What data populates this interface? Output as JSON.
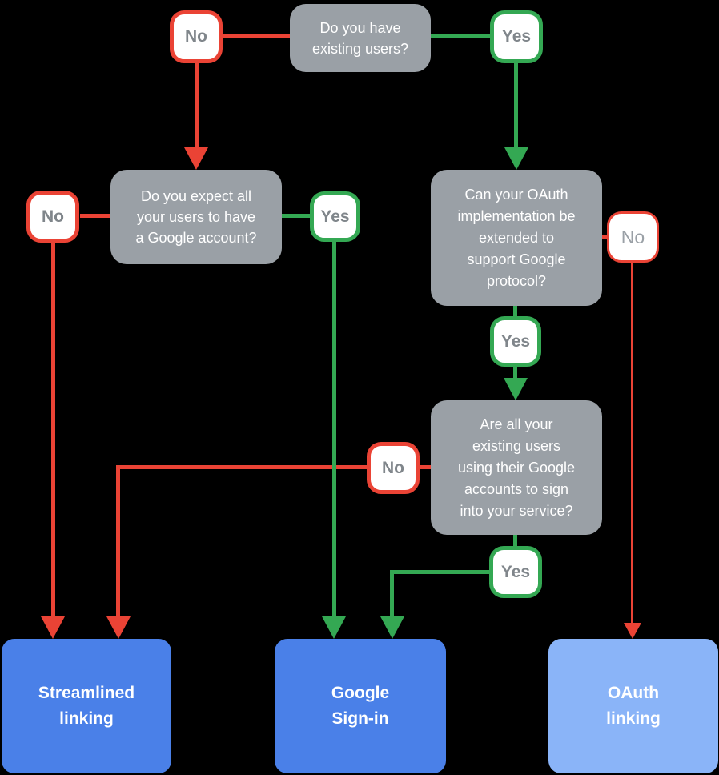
{
  "colors": {
    "background": "#000000",
    "red": "#EA4335",
    "green": "#34A853",
    "gray": "#9AA0A6",
    "blue": "#4A80E8",
    "light_blue": "#8AB4F8",
    "badge_text": "#80868B",
    "badge_text_light": "#9AA0A6",
    "box_text": "#FFFFFF"
  },
  "questions": {
    "q1": "Do you have existing users?",
    "q2": "Do you expect all your users to have a Google account?",
    "q3": "Can your OAuth implementation be extended to support Google protocol?",
    "q4": "Are all your existing users using their Google accounts to sign into your service?"
  },
  "badges": {
    "q1_no": "No",
    "q1_yes": "Yes",
    "q2_no": "No",
    "q2_yes": "Yes",
    "q3_no": "No",
    "q3_yes": "Yes",
    "q4_no": "No",
    "q4_yes": "Yes"
  },
  "outcomes": {
    "streamlined": "Streamlined linking",
    "google_signin": "Google Sign-in",
    "oauth": "OAuth linking"
  },
  "edges": [
    {
      "from": "q1",
      "answer": "No",
      "to": "q2"
    },
    {
      "from": "q1",
      "answer": "Yes",
      "to": "q3"
    },
    {
      "from": "q2",
      "answer": "No",
      "to": "streamlined"
    },
    {
      "from": "q2",
      "answer": "Yes",
      "to": "google_signin"
    },
    {
      "from": "q3",
      "answer": "No",
      "to": "oauth"
    },
    {
      "from": "q3",
      "answer": "Yes",
      "to": "q4"
    },
    {
      "from": "q4",
      "answer": "No",
      "to": "streamlined"
    },
    {
      "from": "q4",
      "answer": "Yes",
      "to": "google_signin"
    }
  ]
}
